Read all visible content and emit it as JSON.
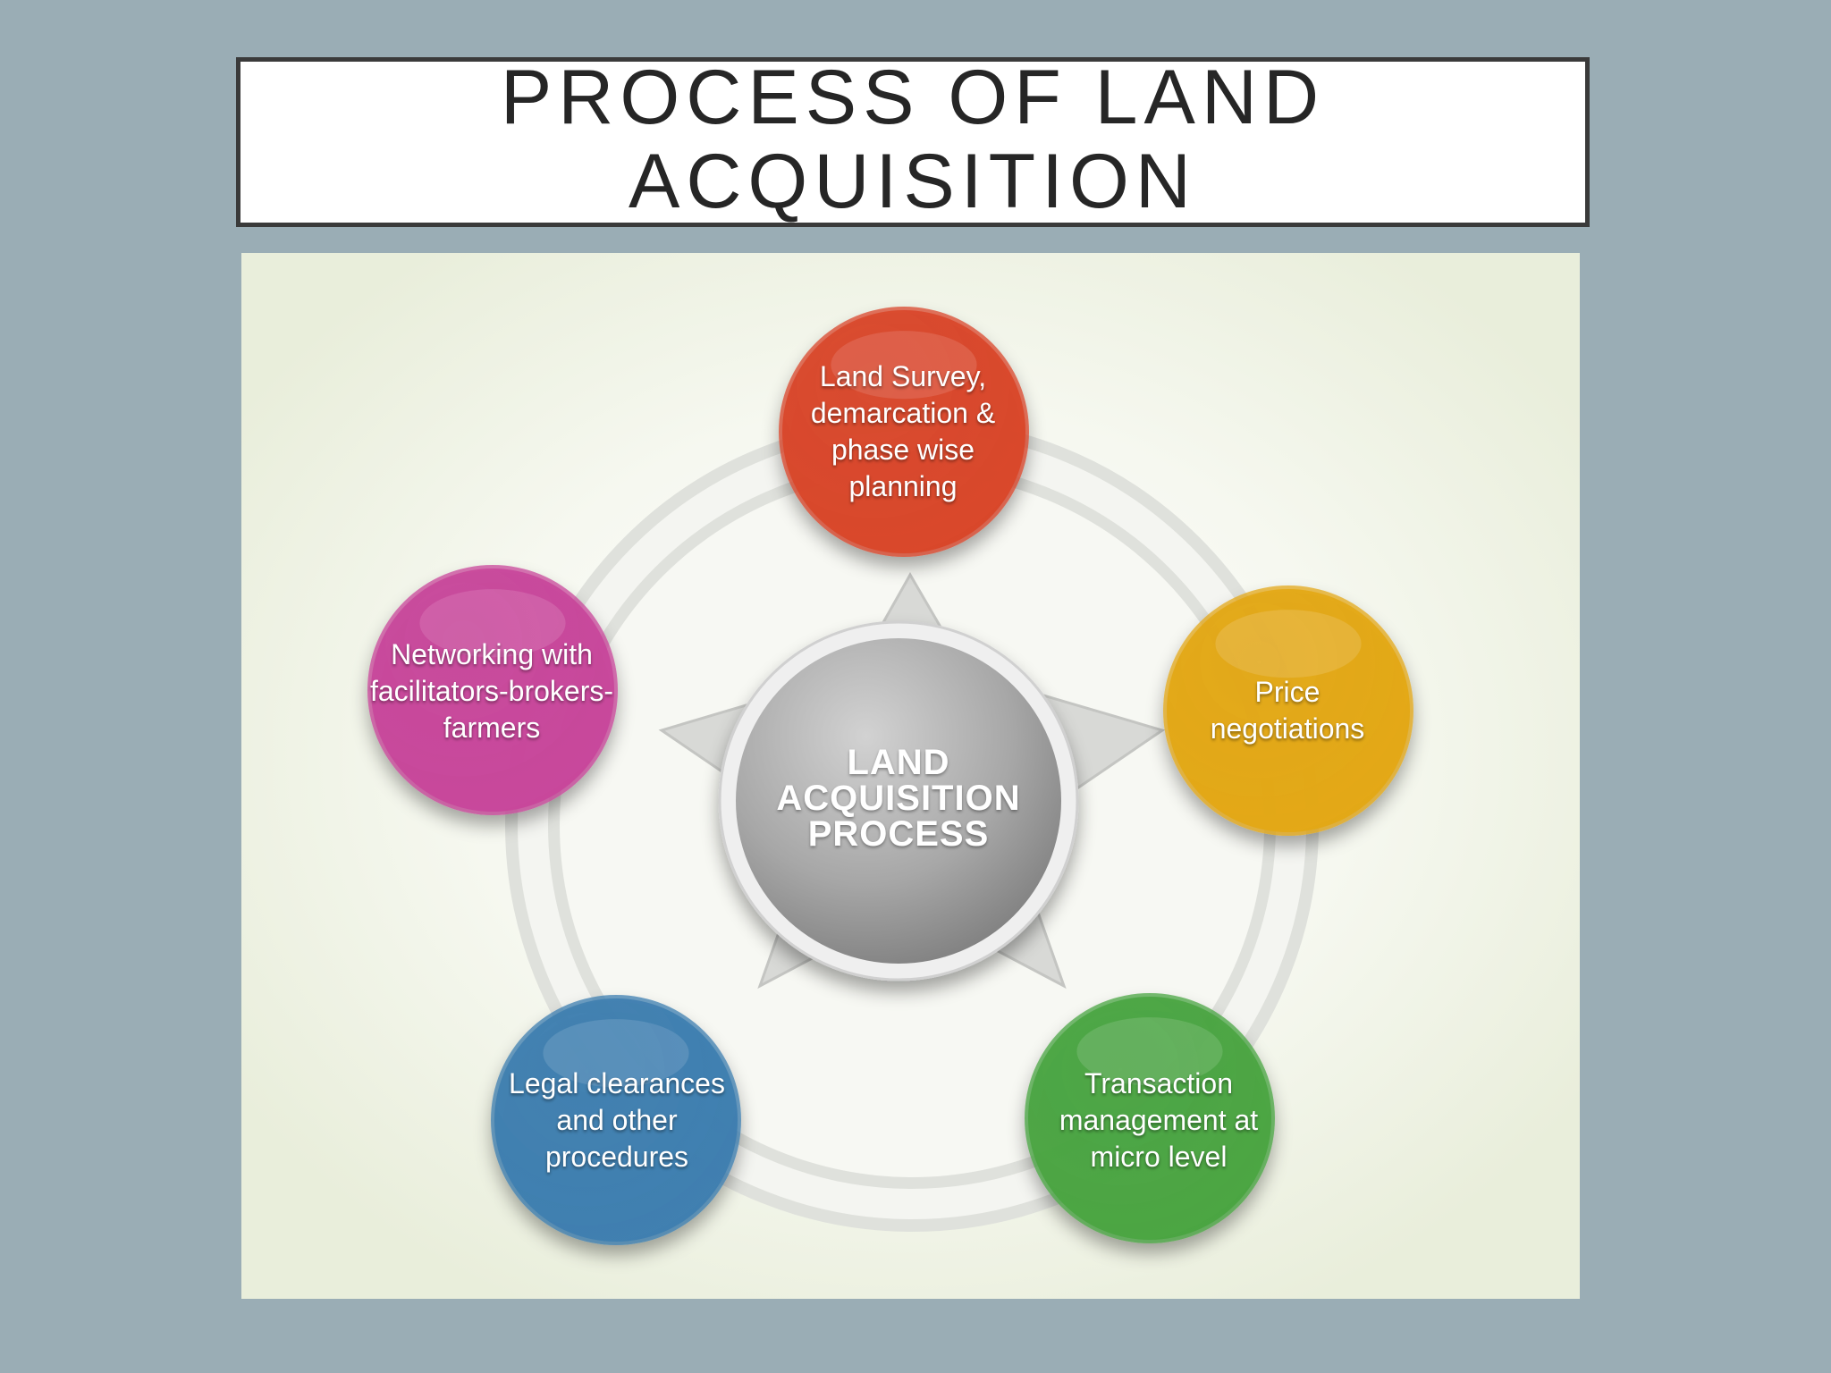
{
  "slide": {
    "title": "PROCESS OF LAND ACQUISITION"
  },
  "diagram": {
    "center": {
      "label": "LAND ACQUISITION PROCESS",
      "color": "#9a9a9a"
    },
    "steps": [
      {
        "label": "Land Survey, demarcation & phase wise planning",
        "color": "#d9472b"
      },
      {
        "label": "Price negotiations",
        "color": "#e3a818"
      },
      {
        "label": "Transaction management at micro level",
        "color": "#4ba543"
      },
      {
        "label": "Legal clearances and other procedures",
        "color": "#3f7fb0"
      },
      {
        "label": "Networking with facilitators-brokers-farmers",
        "color": "#c8479b"
      }
    ]
  }
}
